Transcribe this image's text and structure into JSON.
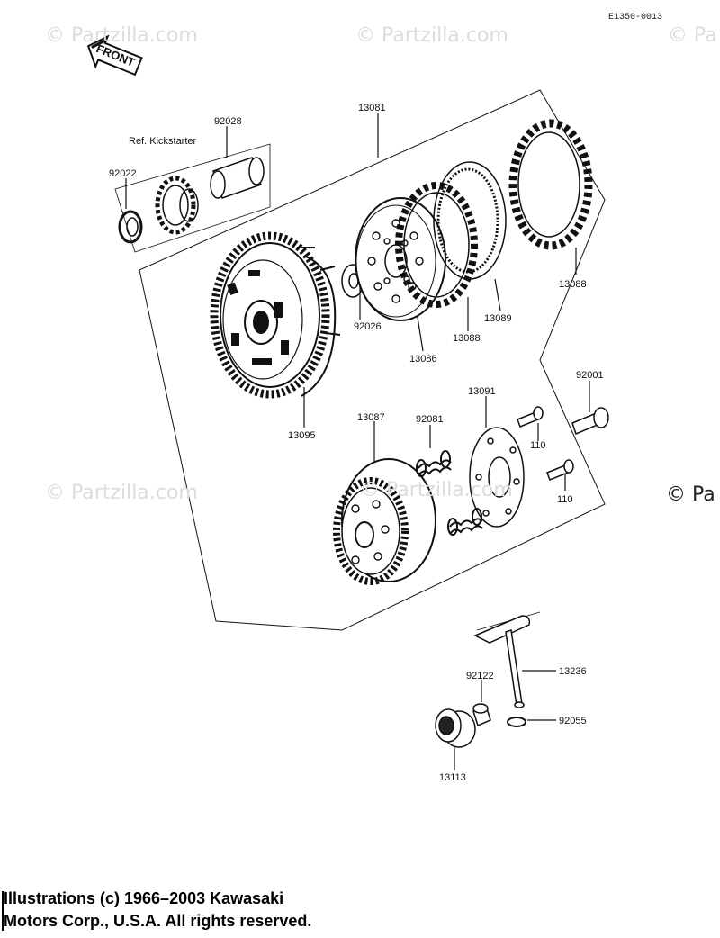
{
  "diagram": {
    "code": "E1350-0013",
    "front_label": "FRONT",
    "ref_label": "Ref.  Kickstarter",
    "watermark": "© Partzilla.com",
    "watermark_edge": "© Pa",
    "parts": {
      "p13081": "13081",
      "p92028": "92028",
      "p92022": "92022",
      "p92026": "92026",
      "p13086": "13086",
      "p13088a": "13088",
      "p13089": "13089",
      "p13088b": "13088",
      "p13095": "13095",
      "p92001": "92001",
      "p13087": "13087",
      "p92081": "92081",
      "p13091": "13091",
      "p110a": "110",
      "p110b": "110",
      "p92122": "92122",
      "p13236": "13236",
      "p92055": "92055",
      "p13113": "13113"
    },
    "footer_line1": "Illustrations (c) 1966–2003 Kawasaki",
    "footer_line2": "Motors Corp., U.S.A.  All rights reserved."
  }
}
